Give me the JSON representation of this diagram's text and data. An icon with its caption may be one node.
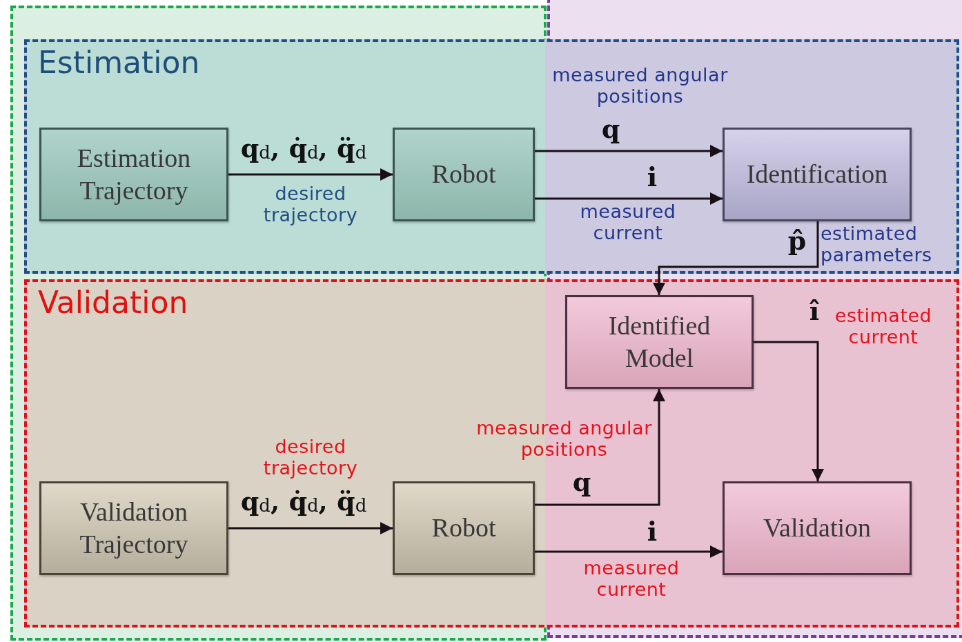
{
  "diagram": {
    "nodes": [
      {
        "text": [
          "Estimation"
        ]
      },
      {
        "text": [
          "Estimation Trajectory"
        ],
        "in": 0
      },
      {
        "text": [
          "Robot"
        ],
        "in": 0
      },
      {
        "text": [
          "Identification"
        ],
        "in": 0
      },
      {
        "text": [
          "Validation"
        ]
      },
      {
        "text": [
          "Validation Trajectory"
        ],
        "in": 4
      },
      {
        "text": [
          "Robot"
        ],
        "in": 4
      },
      {
        "text": [
          "Identified Model"
        ],
        "in": 4
      },
      {
        "text": [
          "Validation"
        ],
        "in": 4
      }
    ],
    "edges": [
      {
        "from": 1,
        "to": 2,
        "arrow": "to",
        "label": "q$_{d}$, q̇$_{d}$, q̈$_{d}$"
      },
      {
        "from": 2,
        "to": 3,
        "arrow": "to",
        "label": "q"
      },
      {
        "from": 2,
        "to": 3,
        "arrow": "to",
        "label": "i"
      },
      {
        "from": 3,
        "to": 7,
        "arrow": "to",
        "label": "p̂"
      },
      {
        "from": 5,
        "to": 6,
        "arrow": "to",
        "label": "q$_{d}$, q̇$_{d}$, q̈$_{d}$"
      },
      {
        "from": 6,
        "to": 7,
        "arrow": "to",
        "label": "q"
      },
      {
        "from": 6,
        "to": 8,
        "arrow": "to",
        "label": "i"
      },
      {
        "from": 7,
        "to": 8,
        "arrow": "to",
        "label": "î"
      }
    ],
    "labels": [
      "measured angular positions",
      "desired trajectory",
      "measured current",
      "estimated parameters",
      "estimated current",
      "desired trajectory",
      "measured angular positions",
      "measured current"
    ]
  }
}
